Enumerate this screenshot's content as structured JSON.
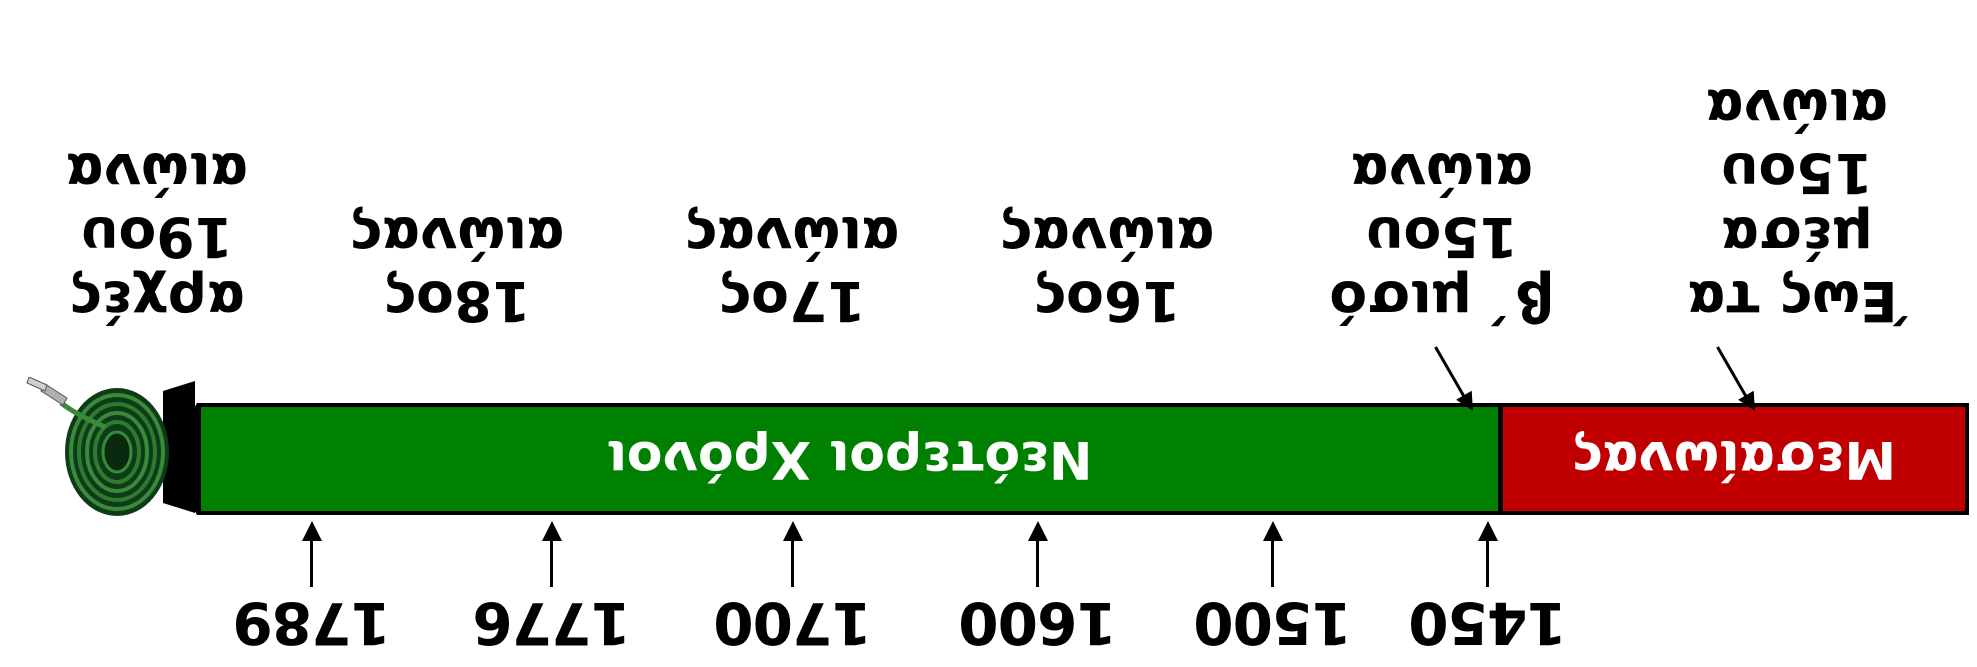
{
  "top_years": [
    "1450",
    "1500",
    "1600",
    "1700",
    "1776",
    "1789"
  ],
  "bar": {
    "medieval_label": "Μεσαίωνας",
    "modern_label": "Νεότεροι Χρόνοι",
    "medieval_color": "#c00000",
    "modern_color": "#008000"
  },
  "periods": [
    {
      "lines": [
        "Έως τα",
        "μέσα",
        "15ου",
        "αιώνα"
      ]
    },
    {
      "lines": [
        "β΄ μισό",
        "15ου",
        "αιώνα"
      ]
    },
    {
      "lines": [
        "16ος",
        "αιώνας"
      ]
    },
    {
      "lines": [
        "17ος",
        "αιώνας"
      ]
    },
    {
      "lines": [
        "18ος",
        "αιώνας"
      ]
    },
    {
      "lines": [
        "αρχές",
        "19ου",
        "αιώνα"
      ]
    }
  ],
  "decoration_icon": "cable-coil-icon"
}
